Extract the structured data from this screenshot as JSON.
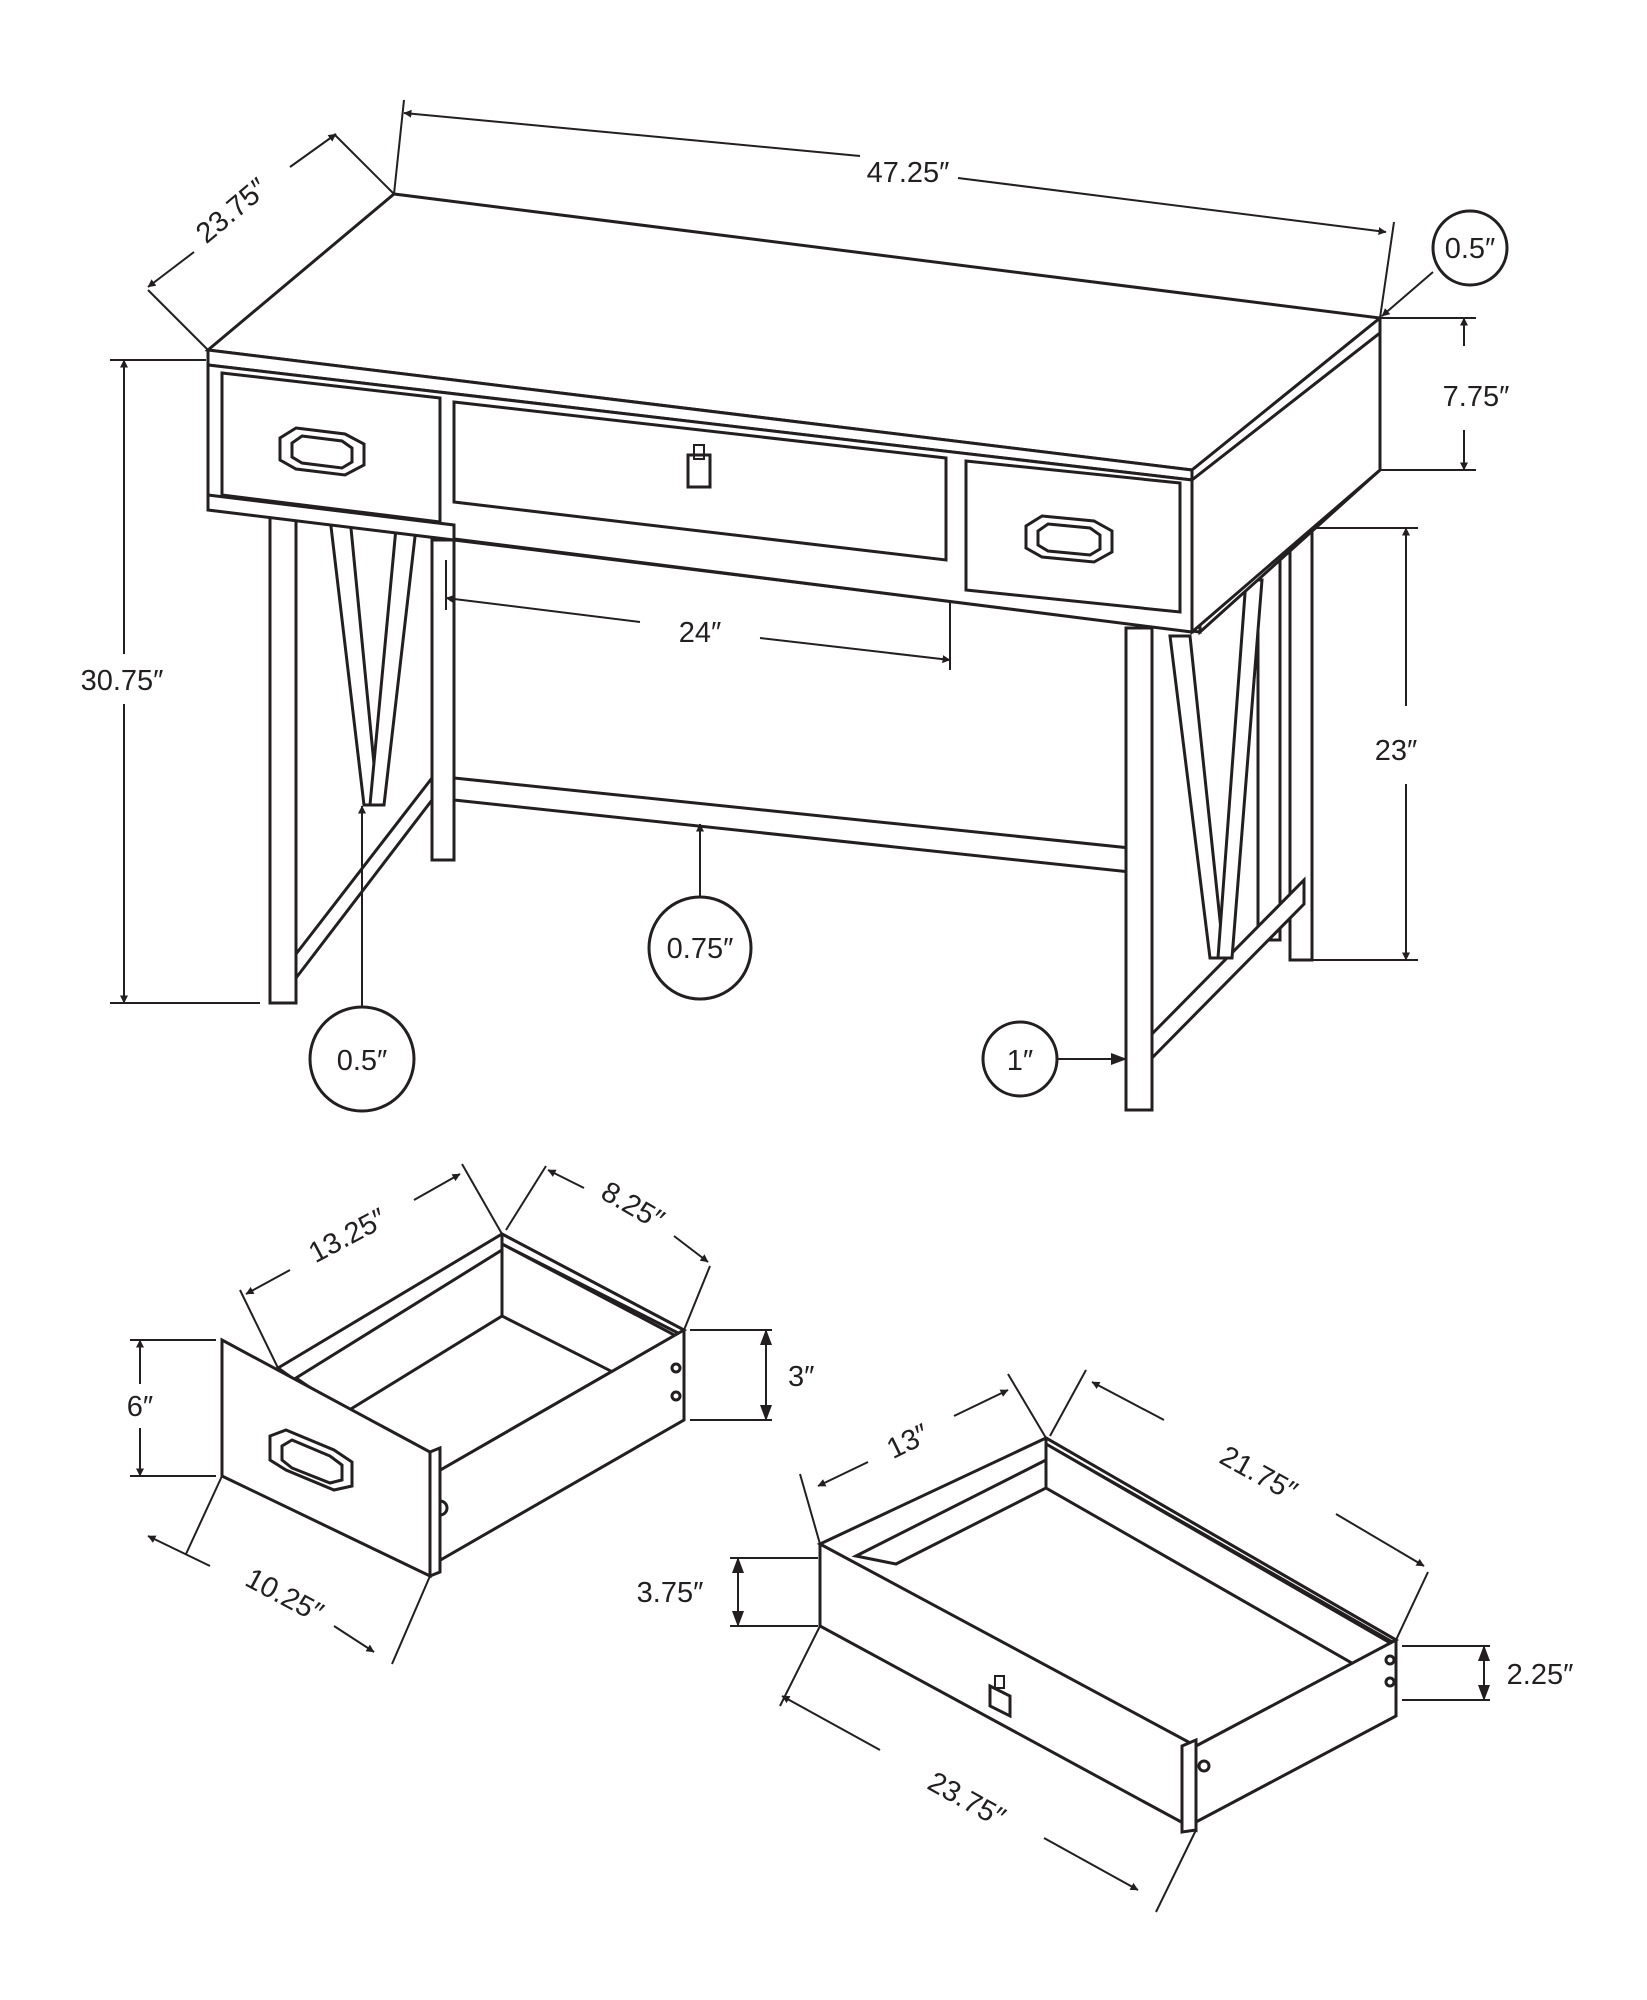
{
  "dimensions": {
    "desk_width": "47.25″",
    "desk_depth": "23.75″",
    "top_thickness": "0.5″",
    "apron_height": "7.75″",
    "overall_height": "30.75″",
    "knee_width": "24″",
    "leg_clearance": "23″",
    "stretcher": "0.75″",
    "leg_width": "1″",
    "brace_width": "0.5″",
    "small_drawer_width": "13.25″",
    "small_drawer_depth": "8.25″",
    "small_drawer_front_height": "6″",
    "small_drawer_side_height": "3″",
    "small_drawer_front_width": "10.25″",
    "center_drawer_depth": "13″",
    "center_drawer_width": "21.75″",
    "center_drawer_front_height": "3.75″",
    "center_drawer_side_height": "2.25″",
    "center_drawer_front_width": "23.75″"
  }
}
